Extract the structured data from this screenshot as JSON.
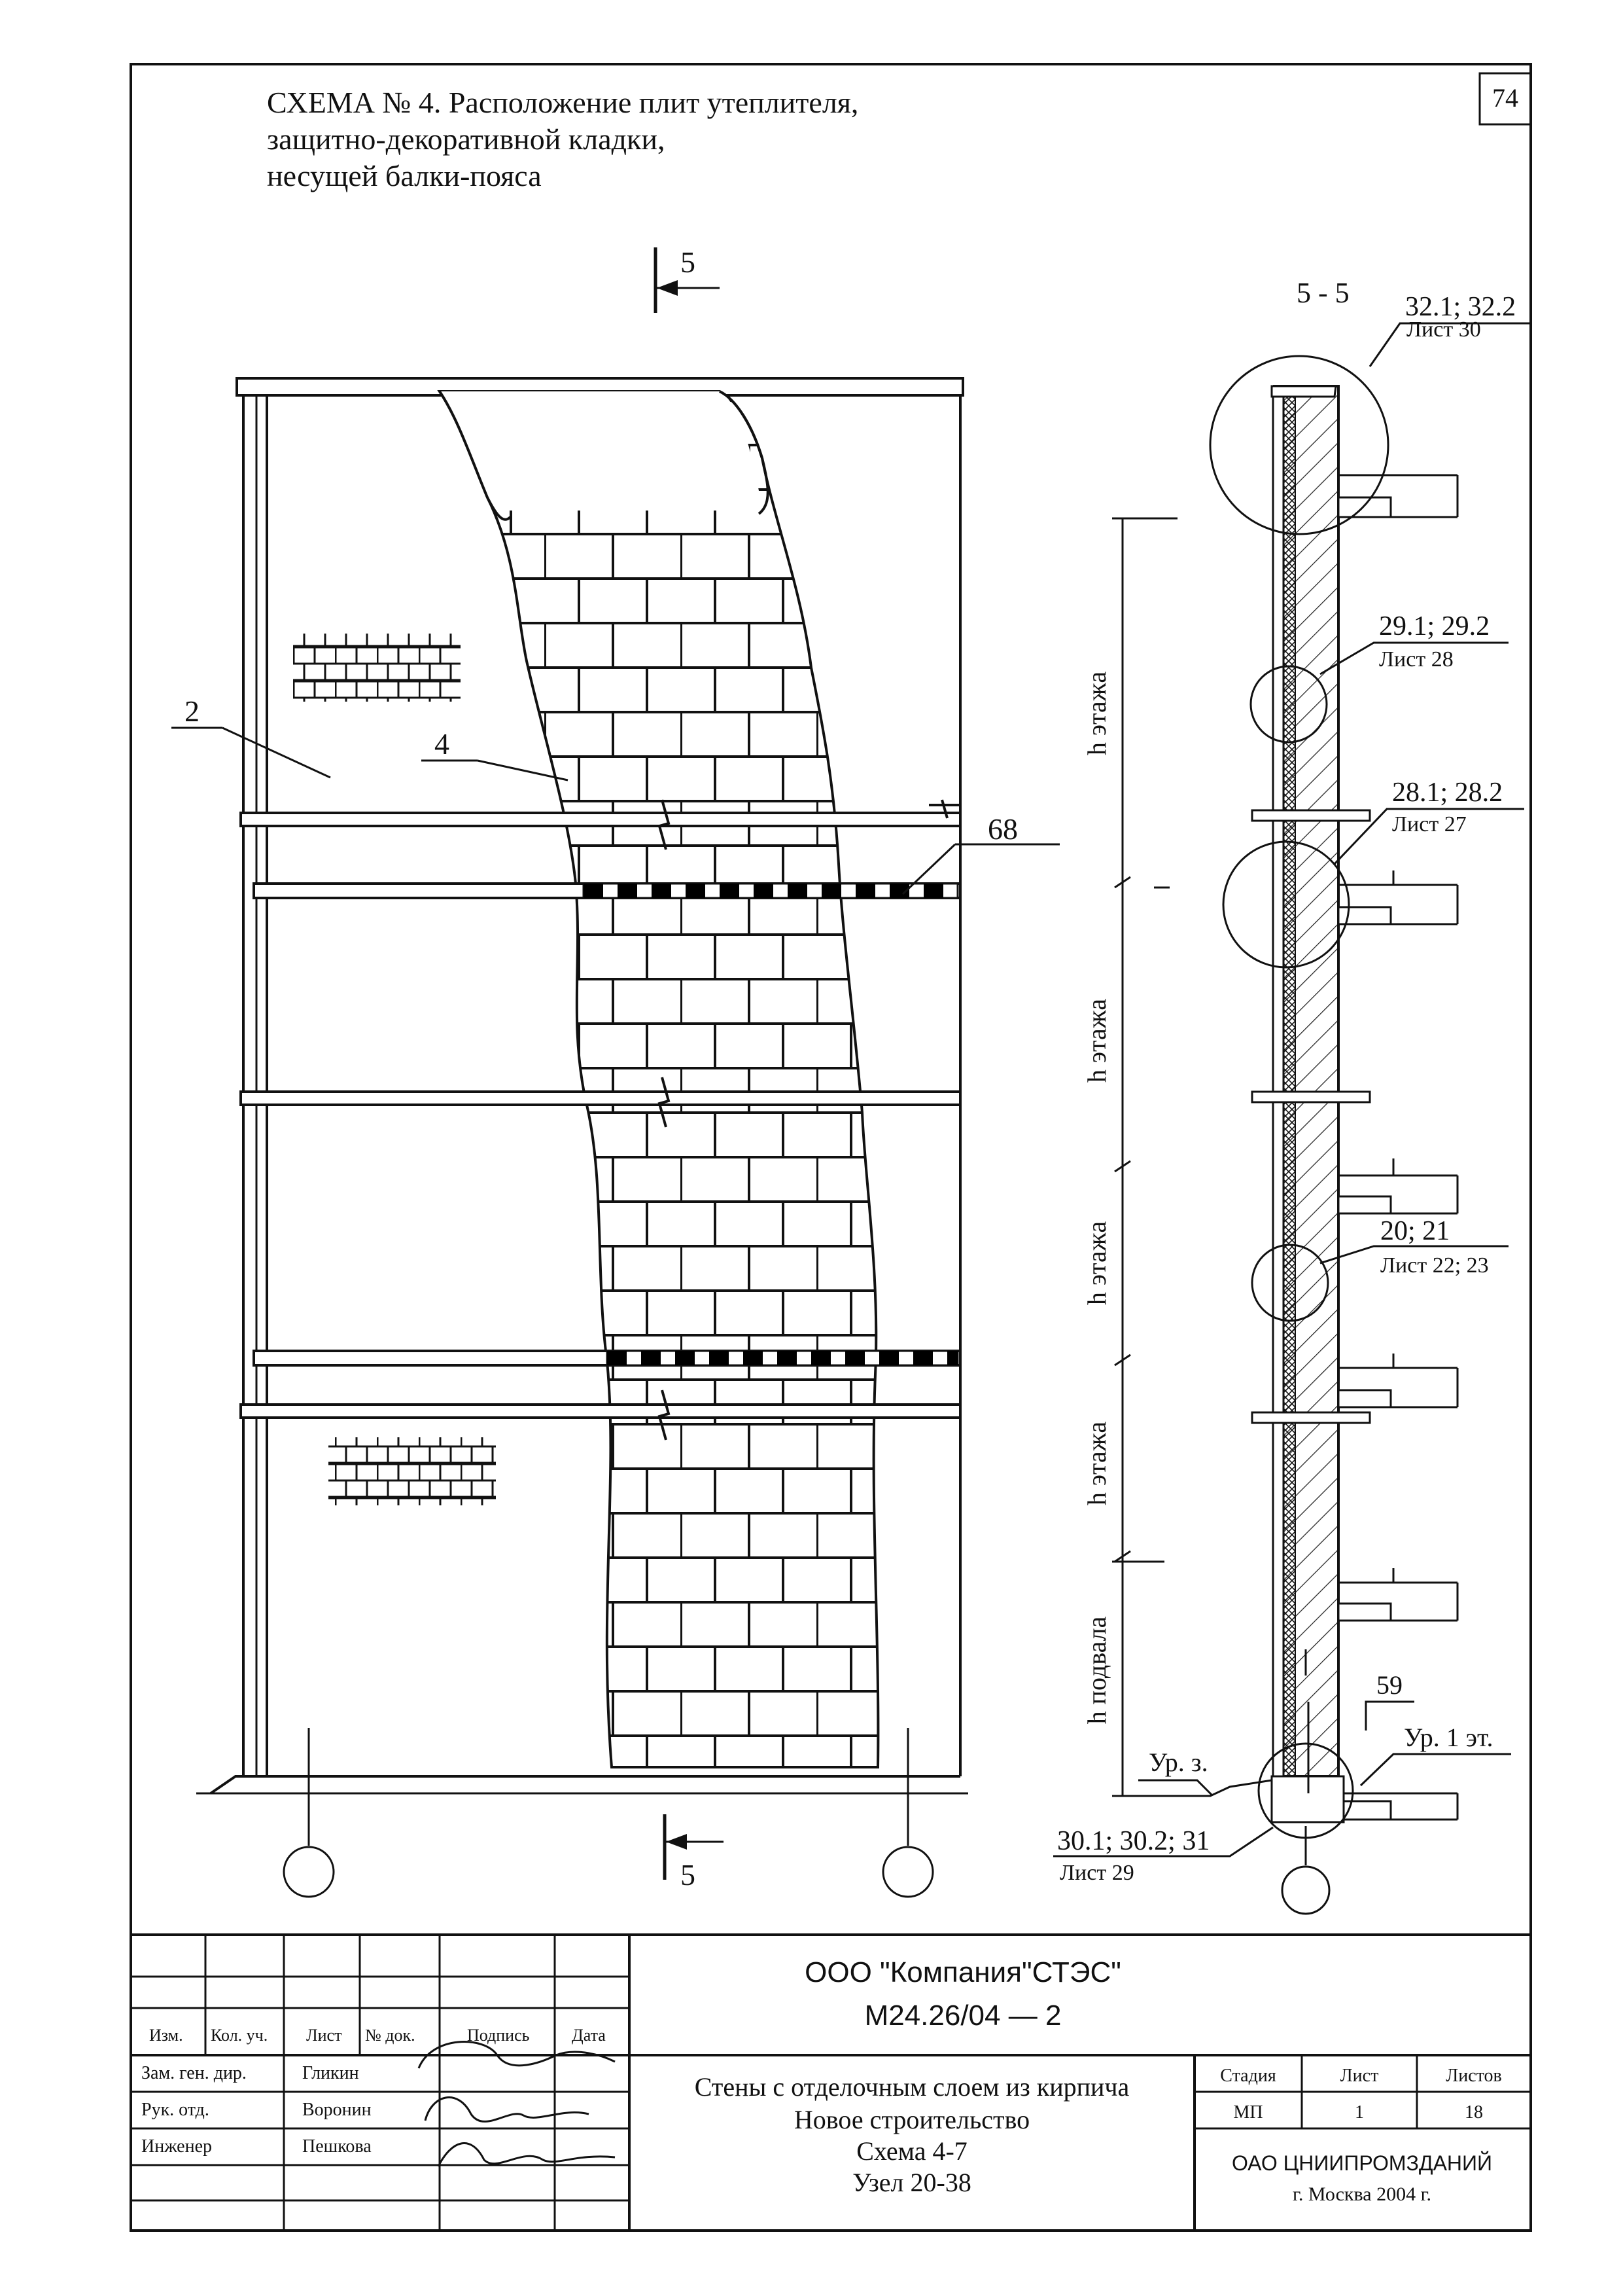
{
  "sheet_number": "74",
  "title": {
    "line1": "СХЕМА № 4. Расположение плит утеплителя,",
    "line2": "защитно-декоративной кладки,",
    "line3": "несущей балки-пояса"
  },
  "section_marker": "5",
  "section_title": "5 - 5",
  "labels": {
    "pos_2": "2",
    "pos_4": "4",
    "pos_68": "68",
    "pos_59": "59",
    "ground_level": "Ур. з.",
    "first_floor_level": "Ур. 1 эт."
  },
  "storey_dimensions": [
    "h этажа",
    "h этажа",
    "h этажа",
    "h этажа",
    "h подвала"
  ],
  "node_references": [
    {
      "nodes": "32.1; 32.2",
      "sheet": "Лист 30"
    },
    {
      "nodes": "29.1; 29.2",
      "sheet": "Лист 28"
    },
    {
      "nodes": "28.1; 28.2",
      "sheet": "Лист 27"
    },
    {
      "nodes": "20; 21",
      "sheet": "Лист 22; 23"
    },
    {
      "nodes": "30.1; 30.2; 31",
      "sheet": "Лист 29"
    }
  ],
  "title_block": {
    "company": "ООО \"Компания\"СТЭС\"",
    "code": "М24.26/04  —  2",
    "columns": [
      "Изм.",
      "Кол. уч.",
      "Лист",
      "№ док.",
      "Подпись",
      "Дата"
    ],
    "staff": [
      {
        "role": "Зам. ген. дир.",
        "name": "Гликин"
      },
      {
        "role": "Рук. отд.",
        "name": "Воронин"
      },
      {
        "role": "Инженер",
        "name": "Пешкова"
      }
    ],
    "description": [
      "Стены с отделочным слоем  из кирпича",
      "Новое строительство",
      "Схема 4-7",
      "Узел 20-38"
    ],
    "stage_header": "Стадия",
    "sheet_header": "Лист",
    "sheets_header": "Листов",
    "stage": "МП",
    "sheet": "1",
    "sheets": "18",
    "organization": "ОАО ЦНИИПРОМЗДАНИЙ",
    "city_year": "г. Москва 2004 г."
  }
}
